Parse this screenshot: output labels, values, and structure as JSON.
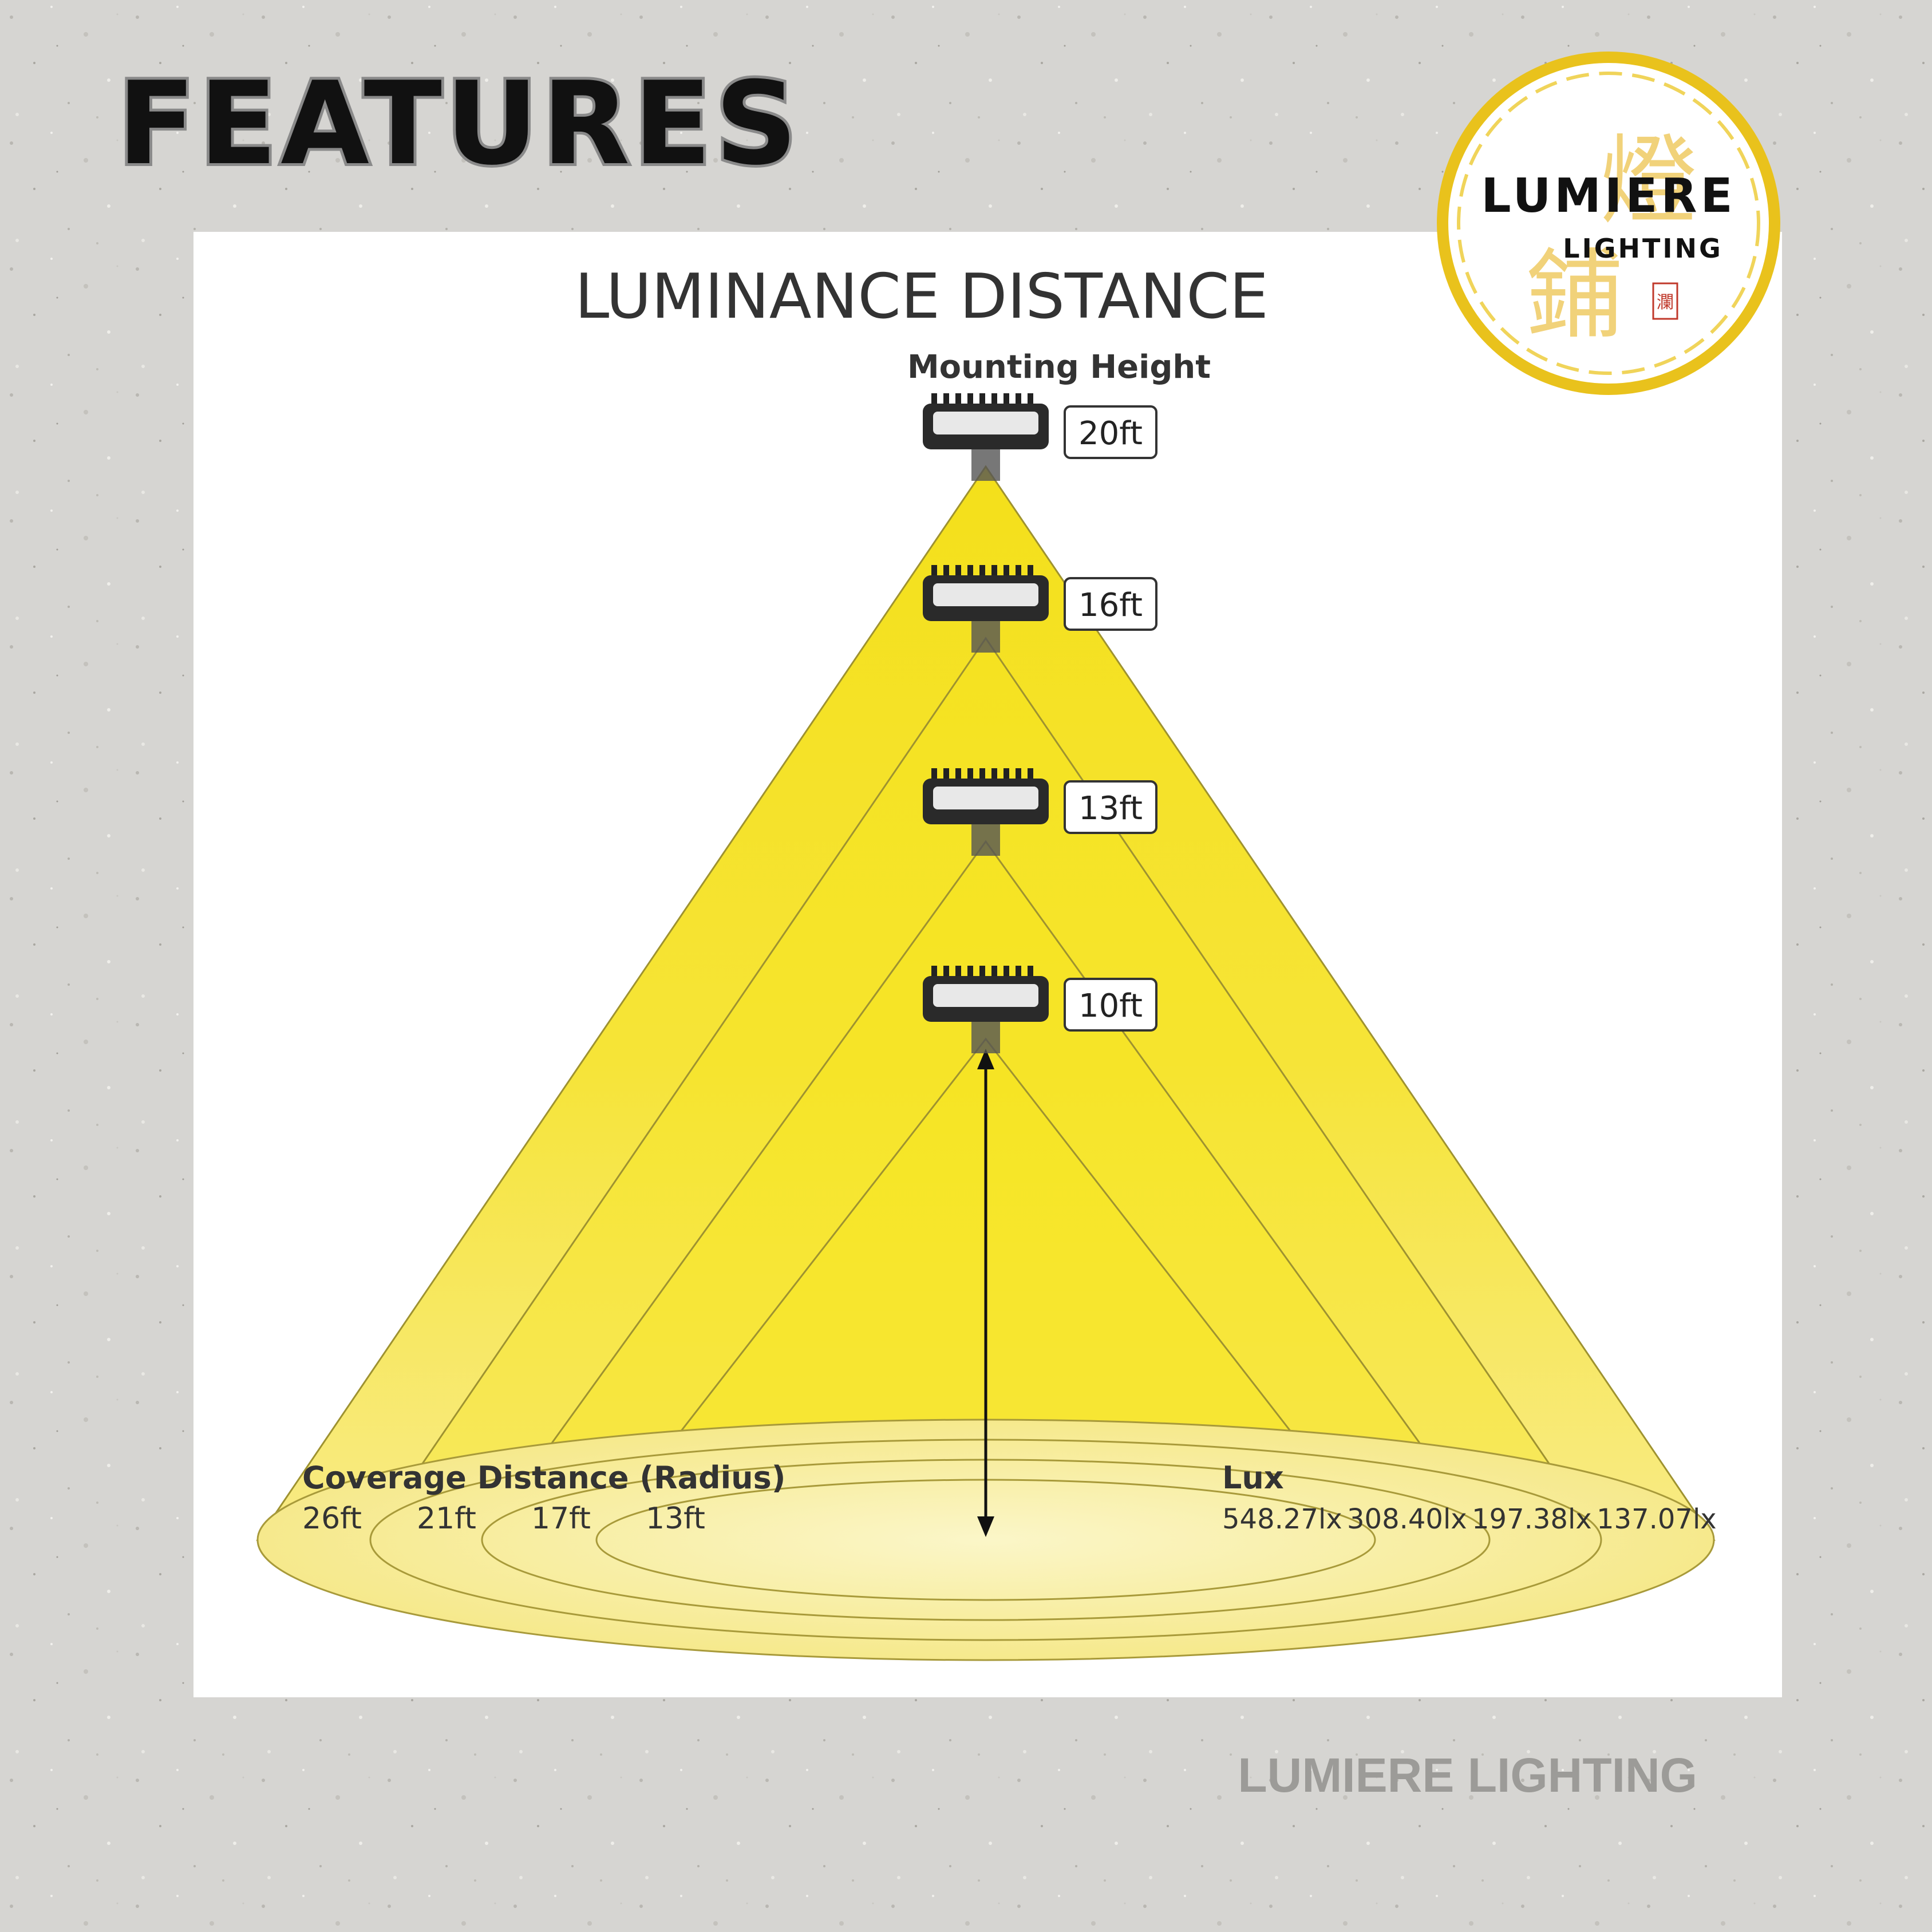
{
  "page": {
    "heading": "FEATURES",
    "watermark": "LUMIERE LIGHTING"
  },
  "logo": {
    "brand": "LUMIERE",
    "sub": "LIGHTING",
    "glyph_top": "燈",
    "glyph_bottom": "鋪",
    "seal": "瀾",
    "ring_color": "#e9c21c",
    "glyph_color": "#f1d27a"
  },
  "diagram": {
    "title": "LUMINANCE DISTANCE",
    "mounting_label": "Mounting Height",
    "coverage_label": "Coverage Distance (Radius)",
    "lux_label": "Lux",
    "beam_color": "#f5e51d",
    "levels": [
      {
        "height": "20ft",
        "radius": "26ft",
        "lux": "548.27lx"
      },
      {
        "height": "16ft",
        "radius": "21ft",
        "lux": "308.40lx"
      },
      {
        "height": "13ft",
        "radius": "17ft",
        "lux": "197.38lx"
      },
      {
        "height": "10ft",
        "radius": "13ft",
        "lux": "137.07lx"
      }
    ]
  }
}
